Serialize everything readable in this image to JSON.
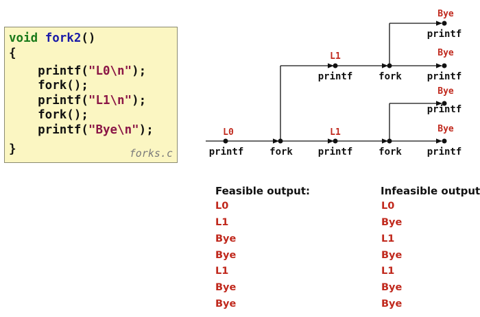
{
  "code": {
    "line1_kw": "void",
    "line1_fn": "fork2",
    "line1_rest": "()",
    "line2": "{",
    "line3_a": "    printf(",
    "line3_s": "\"L0\\n\"",
    "line3_b": ");",
    "line4": "    fork();",
    "line5_a": "    printf(",
    "line5_s": "\"L1\\n\"",
    "line5_b": ");",
    "line6": "    fork();",
    "line7_a": "    printf(",
    "line7_s": "\"Bye\\n\"",
    "line7_b": ");",
    "line8": "}",
    "filename": "forks.c"
  },
  "graph": {
    "printf": "printf",
    "fork": "fork",
    "L0": "L0",
    "L1": "L1",
    "Bye": "Bye"
  },
  "feasible": {
    "title": "Feasible output:",
    "lines": [
      "L0",
      "L1",
      "Bye",
      "Bye",
      "L1",
      "Bye",
      "Bye"
    ]
  },
  "infeasible": {
    "title": "Infeasible output:",
    "lines": [
      "L0",
      "Bye",
      "L1",
      "Bye",
      "L1",
      "Bye",
      "Bye"
    ]
  },
  "colors": {
    "text_red": "#c0281c",
    "code_bg": "#fbf6c2",
    "keyword": "#1a7a1a",
    "function": "#1a1aa8",
    "string": "#8a1646"
  }
}
